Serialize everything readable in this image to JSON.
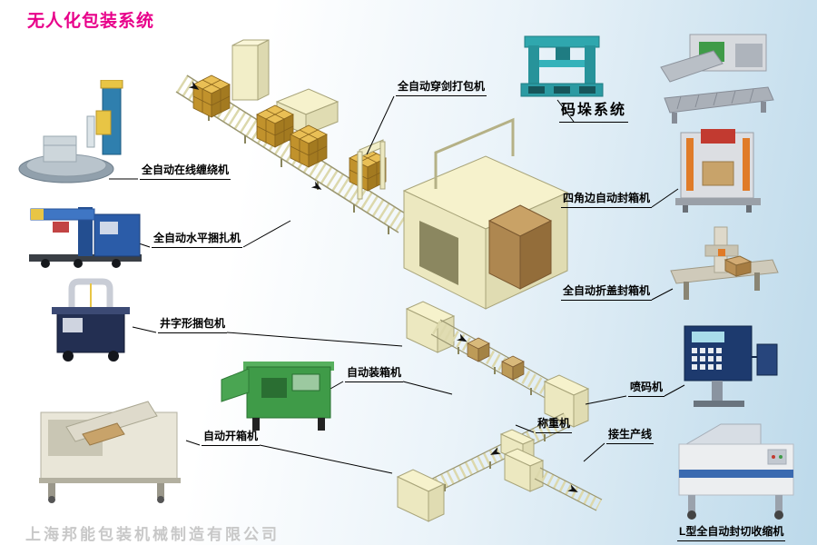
{
  "title": "无人化包装系统",
  "watermark": "上海邦能包装机械制造有限公司",
  "labels": {
    "lance_strapper": "全自动穿剑打包机",
    "palletizing_system": "码垛系统",
    "inline_wrapper": "全自动在线缠绕机",
    "corner_edge_sealer": "四角边自动封箱机",
    "horizontal_strapper": "全自动水平捆扎机",
    "flap_fold_sealer": "全自动折盖封箱机",
    "tee_pattern_strapper": "井字形捆包机",
    "auto_case_packer": "自动装箱机",
    "inkjet_coder": "喷码机",
    "auto_case_erector": "自动开箱机",
    "weighing_machine": "称重机",
    "to_production_line": "接生产线",
    "l_type_shrink_sealer": "L型全自动封切收缩机"
  },
  "colors": {
    "title": "#e8008a",
    "label_text": "#000000",
    "connector_line": "#000000",
    "watermark": "#c8c8c8",
    "background_right": "#bcd9ea",
    "machine_body": "#f2eec8",
    "carton_gold": "#e9bf55",
    "carton_brown": "#ae8750"
  }
}
